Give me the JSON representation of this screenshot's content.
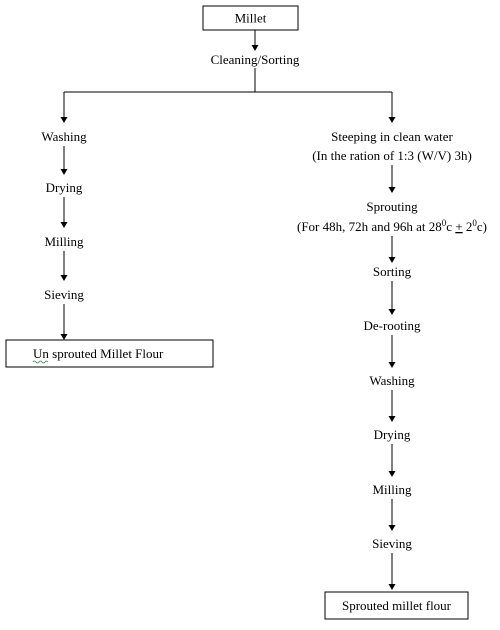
{
  "flowchart": {
    "start": "Millet",
    "step_shared": "Cleaning/Sorting",
    "left_branch": {
      "steps": [
        "Washing",
        "Drying",
        "Milling",
        "Sieving"
      ],
      "end": "Un sprouted Millet Flour"
    },
    "right_branch": {
      "steeping": {
        "line1": "Steeping in clean water",
        "line2": "(In the ration of 1:3 (W/V) 3h)"
      },
      "sprouting": {
        "line1": "Sprouting",
        "line2_a": "(For 48h, 72h and 96h at 28",
        "sup1": "0",
        "line2_b": "c ",
        "plusminus": "+",
        "line2_c": " 2",
        "sup2": "0",
        "line2_d": "c)"
      },
      "steps": [
        "Sorting",
        "De-rooting",
        "Washing",
        "Drying",
        "Milling",
        "Sieving"
      ],
      "end": "Sprouted millet flour"
    }
  }
}
